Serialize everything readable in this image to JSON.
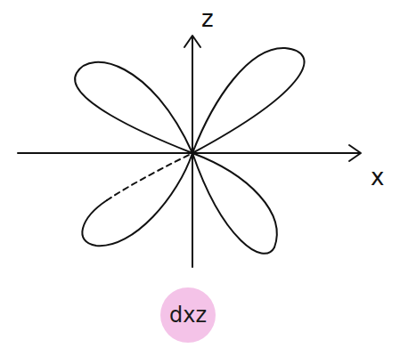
{
  "diagram": {
    "nodes": [
      {
        "text": [
          "dxz"
        ]
      }
    ],
    "labels": [
      "z",
      "x"
    ]
  }
}
